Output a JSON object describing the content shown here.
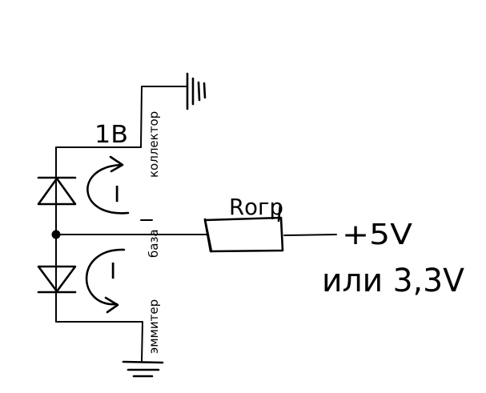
{
  "labels": {
    "collector": "коллектор",
    "base": "база",
    "emitter": "эммитер",
    "voltage_1v": "1В",
    "current_upper": "I",
    "current_lower": "I",
    "resistor": "Rогр",
    "supply_5v": "+5V",
    "supply_alt": "или 3,3V"
  },
  "colors": {
    "ink": "#000000",
    "background": "#ffffff"
  },
  "icons": {
    "diode_upper": "diode-icon",
    "diode_lower": "diode-icon",
    "ground_collector": "ground-icon",
    "ground_emitter": "ground-icon",
    "resistor": "resistor-icon",
    "junction": "junction-dot-icon"
  }
}
